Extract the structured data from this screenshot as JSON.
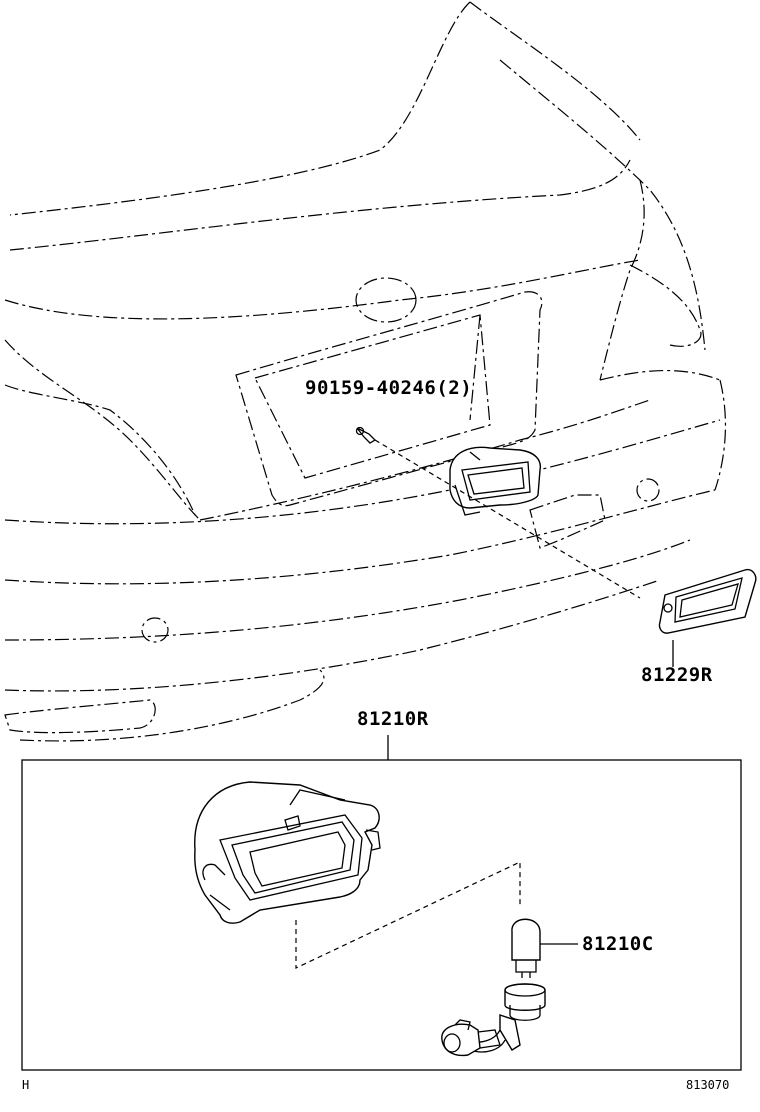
{
  "callouts": {
    "bolt": "90159-40246(2)",
    "gasket": "81229R",
    "lamp_assy": "81210R",
    "bulb": "81210C"
  },
  "footer": {
    "left_code": "H",
    "right_code": "813070"
  }
}
